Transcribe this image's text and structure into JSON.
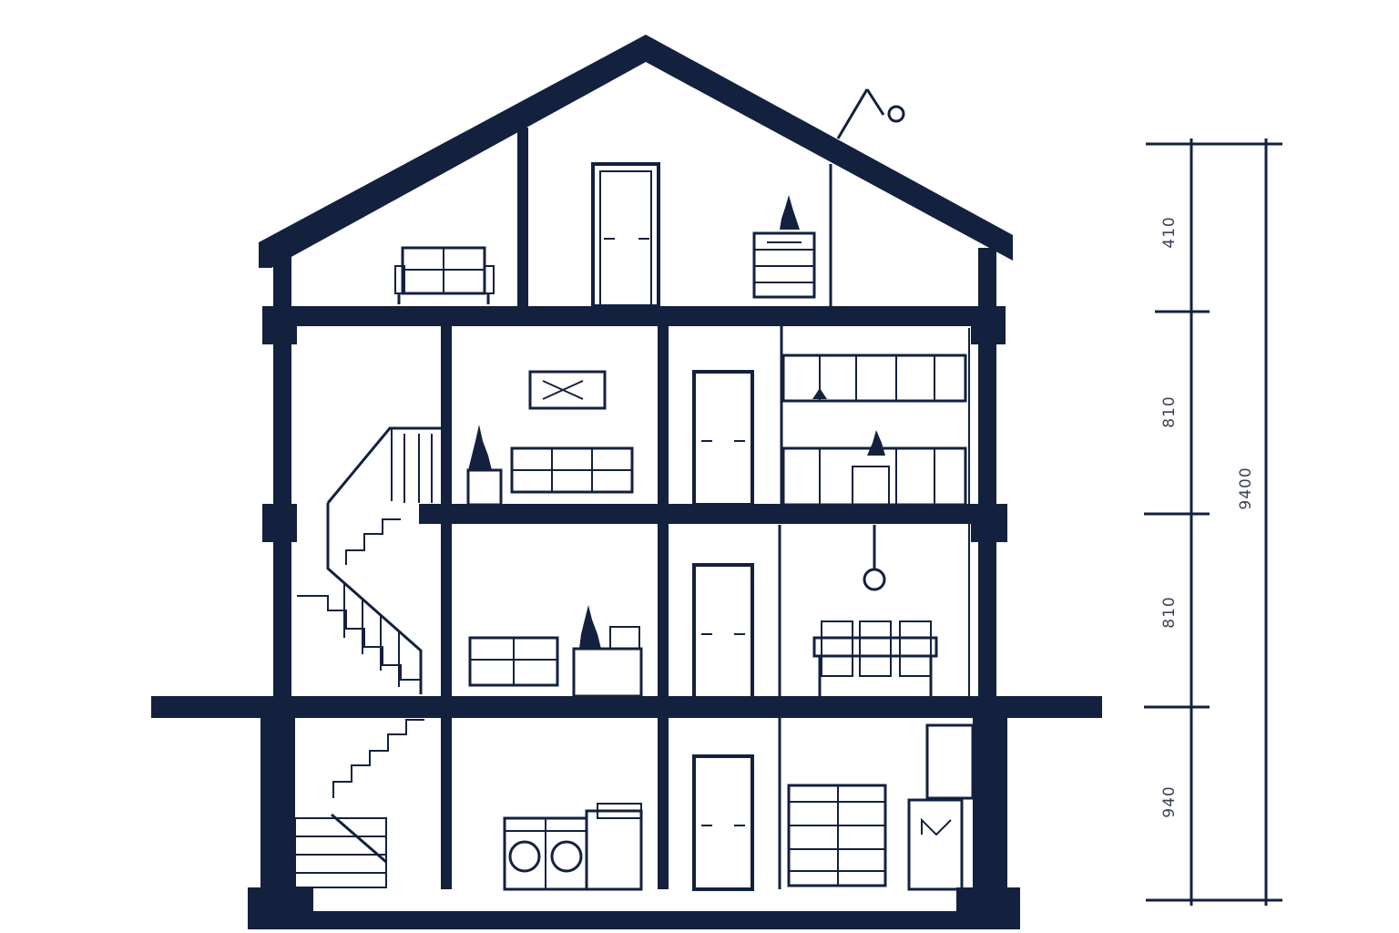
{
  "colors": {
    "ink": "#13213f",
    "background": "#ffffff",
    "label": "#3a4256"
  },
  "dimensions": {
    "segments": [
      {
        "label": "410"
      },
      {
        "label": "810"
      },
      {
        "label": "810"
      },
      {
        "label": "940"
      }
    ],
    "total": {
      "label": "9400"
    }
  },
  "icons": [
    "sofa-icon",
    "door-icon",
    "dresser-icon",
    "plant-icon",
    "picture-frame-icon",
    "kitchen-cabinet-icon",
    "pendant-lamp-icon",
    "dining-table-icon",
    "chair-icon",
    "washing-machine-icon",
    "shelf-icon",
    "refrigerator-icon",
    "staircase-icon",
    "antenna-icon"
  ]
}
